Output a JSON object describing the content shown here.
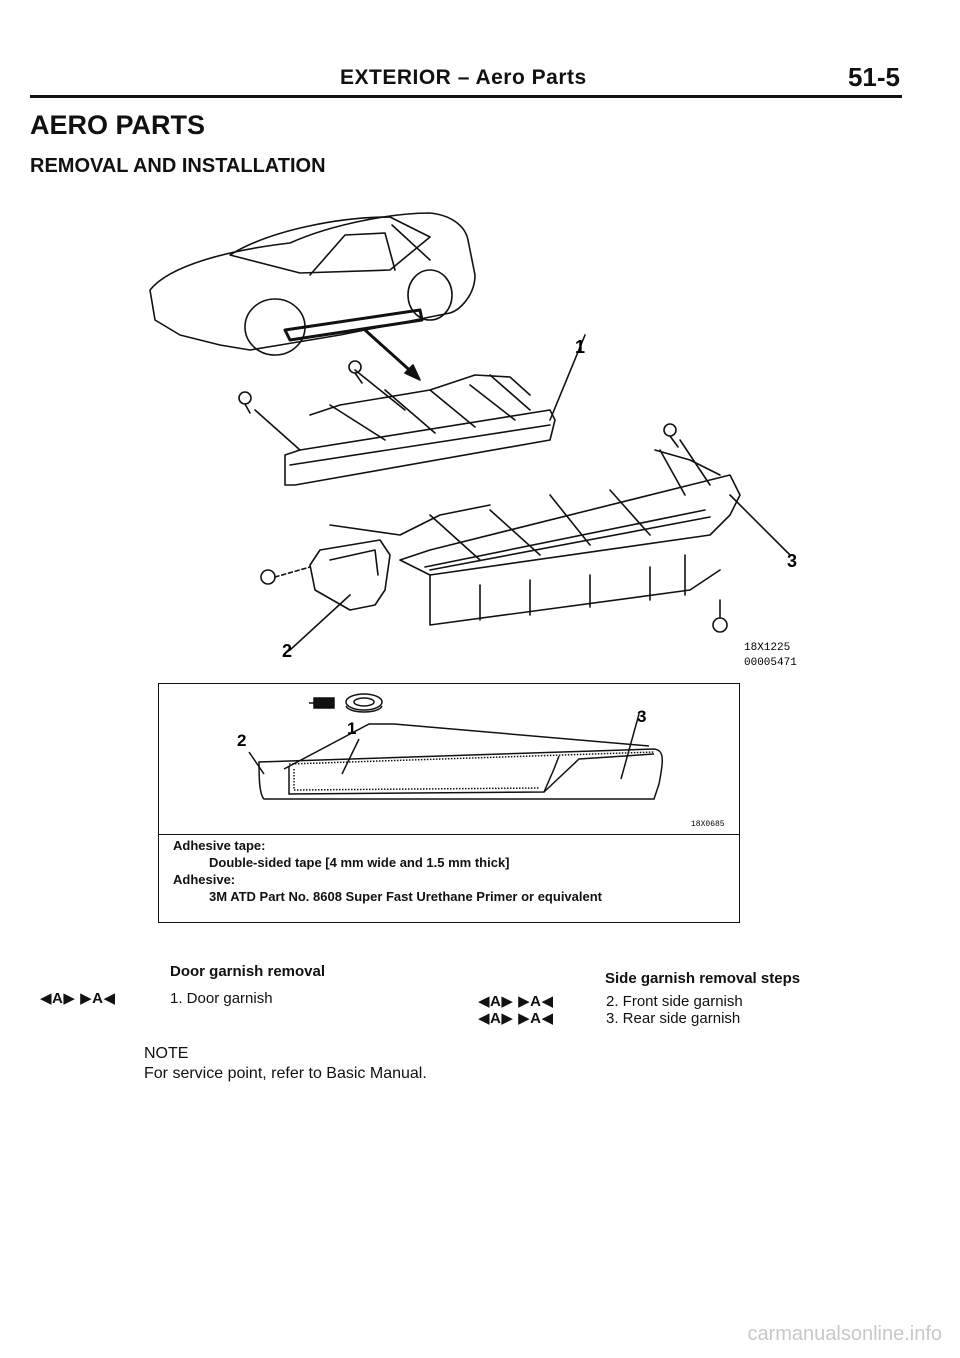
{
  "header": {
    "section": "EXTERIOR",
    "dash": "–",
    "subsection": "Aero Parts",
    "page_number": "51-5"
  },
  "title": "AERO PARTS",
  "subtitle": "REMOVAL AND INSTALLATION",
  "diagram": {
    "callouts": [
      "1",
      "2",
      "3"
    ],
    "figure_code": "18X1225",
    "figure_id": "00005471"
  },
  "inset": {
    "callouts": [
      "1",
      "2",
      "3"
    ],
    "figure_code": "18X0685",
    "notes": [
      {
        "label": "Adhesive tape:",
        "value": "Double-sided tape [4 mm wide and 1.5 mm thick]"
      },
      {
        "label": "Adhesive:",
        "value": "3M ATD Part No. 8608 Super Fast Urethane Primer or equivalent"
      }
    ]
  },
  "removal_steps": {
    "door": {
      "heading": "Door garnish removal",
      "items": [
        {
          "marks": "◀A▶  ▶A◀",
          "text": "1. Door garnish"
        }
      ]
    },
    "side": {
      "heading": "Side garnish removal steps",
      "items": [
        {
          "marks": "◀A▶  ▶A◀",
          "text": "2. Front side garnish"
        },
        {
          "marks": "◀A▶  ▶A◀",
          "text": "3. Rear side garnish"
        }
      ]
    }
  },
  "note": {
    "label": "NOTE",
    "text": "For service point, refer to Basic Manual."
  },
  "watermark": "carmanualsonline.info"
}
